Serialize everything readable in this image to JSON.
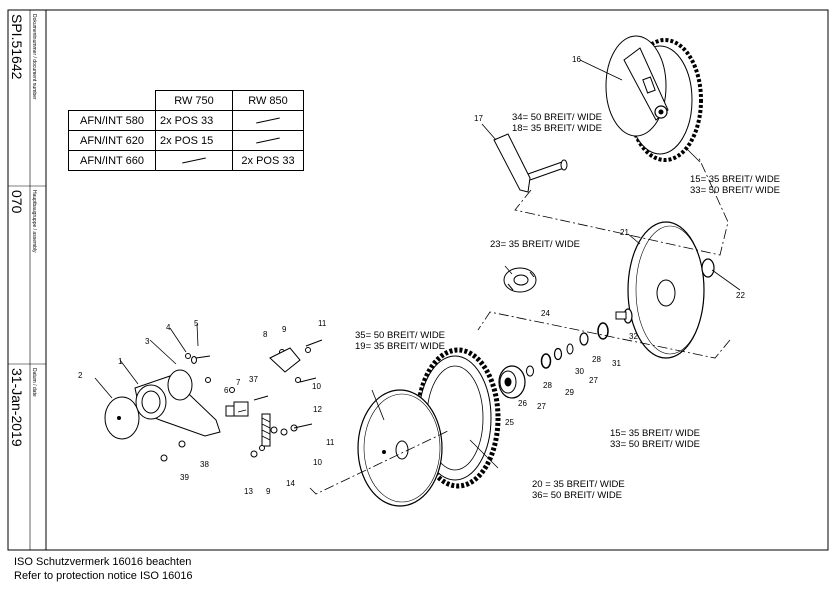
{
  "title_block": {
    "document_label": "Dokumentnummer / document number",
    "document_number": "SPI.51642",
    "assembly_label": "Hauptbaugruppe / assembly",
    "assembly_number": "070",
    "date_label": "Datum / date",
    "date_value": "31-Jan-2019"
  },
  "variant_table": {
    "headers": [
      "",
      "RW 750",
      "RW 850"
    ],
    "rows": [
      {
        "model": "AFN/INT 580",
        "rw750": "2x POS 33",
        "rw850": "—"
      },
      {
        "model": "AFN/INT 620",
        "rw750": "2x POS 15",
        "rw850": "—"
      },
      {
        "model": "AFN/INT 660",
        "rw750": "—",
        "rw850": "2x POS 33"
      }
    ]
  },
  "notes": {
    "n34_18": [
      "34= 50 BREIT/ WIDE",
      "18= 35 BREIT/ WIDE"
    ],
    "n15_33_top": [
      "15= 35 BREIT/ WIDE",
      "33= 50 BREIT/ WIDE"
    ],
    "n23": "23= 35 BREIT/ WIDE",
    "n35_19": [
      "35= 50 BREIT/ WIDE",
      "19= 35 BREIT/ WIDE"
    ],
    "n15_33_bottom": [
      "15= 35 BREIT/ WIDE",
      "33= 50 BREIT/ WIDE"
    ],
    "n20_36": [
      "20 = 35 BREIT/ WIDE",
      "36= 50 BREIT/ WIDE"
    ]
  },
  "callouts": {
    "p1": "1",
    "p2": "2",
    "p3": "3",
    "p4": "4",
    "p5": "5",
    "p6": "6",
    "p7": "7",
    "p8": "8",
    "p9a": "9",
    "p9b": "9",
    "p10a": "10",
    "p10b": "10",
    "p11a": "11",
    "p11b": "11",
    "p12": "12",
    "p13": "13",
    "p14": "14",
    "p16": "16",
    "p17": "17",
    "p21": "21",
    "p22": "22",
    "p24": "24",
    "p25": "25",
    "p26": "26",
    "p27a": "27",
    "p27b": "27",
    "p28a": "28",
    "p28b": "28",
    "p29": "29",
    "p30": "30",
    "p31": "31",
    "p32": "32",
    "p37": "37",
    "p38": "38",
    "p39": "39"
  },
  "footer": {
    "line1": "ISO Schutzvermerk 16016 beachten",
    "line2": "Refer to protection notice ISO 16016"
  }
}
